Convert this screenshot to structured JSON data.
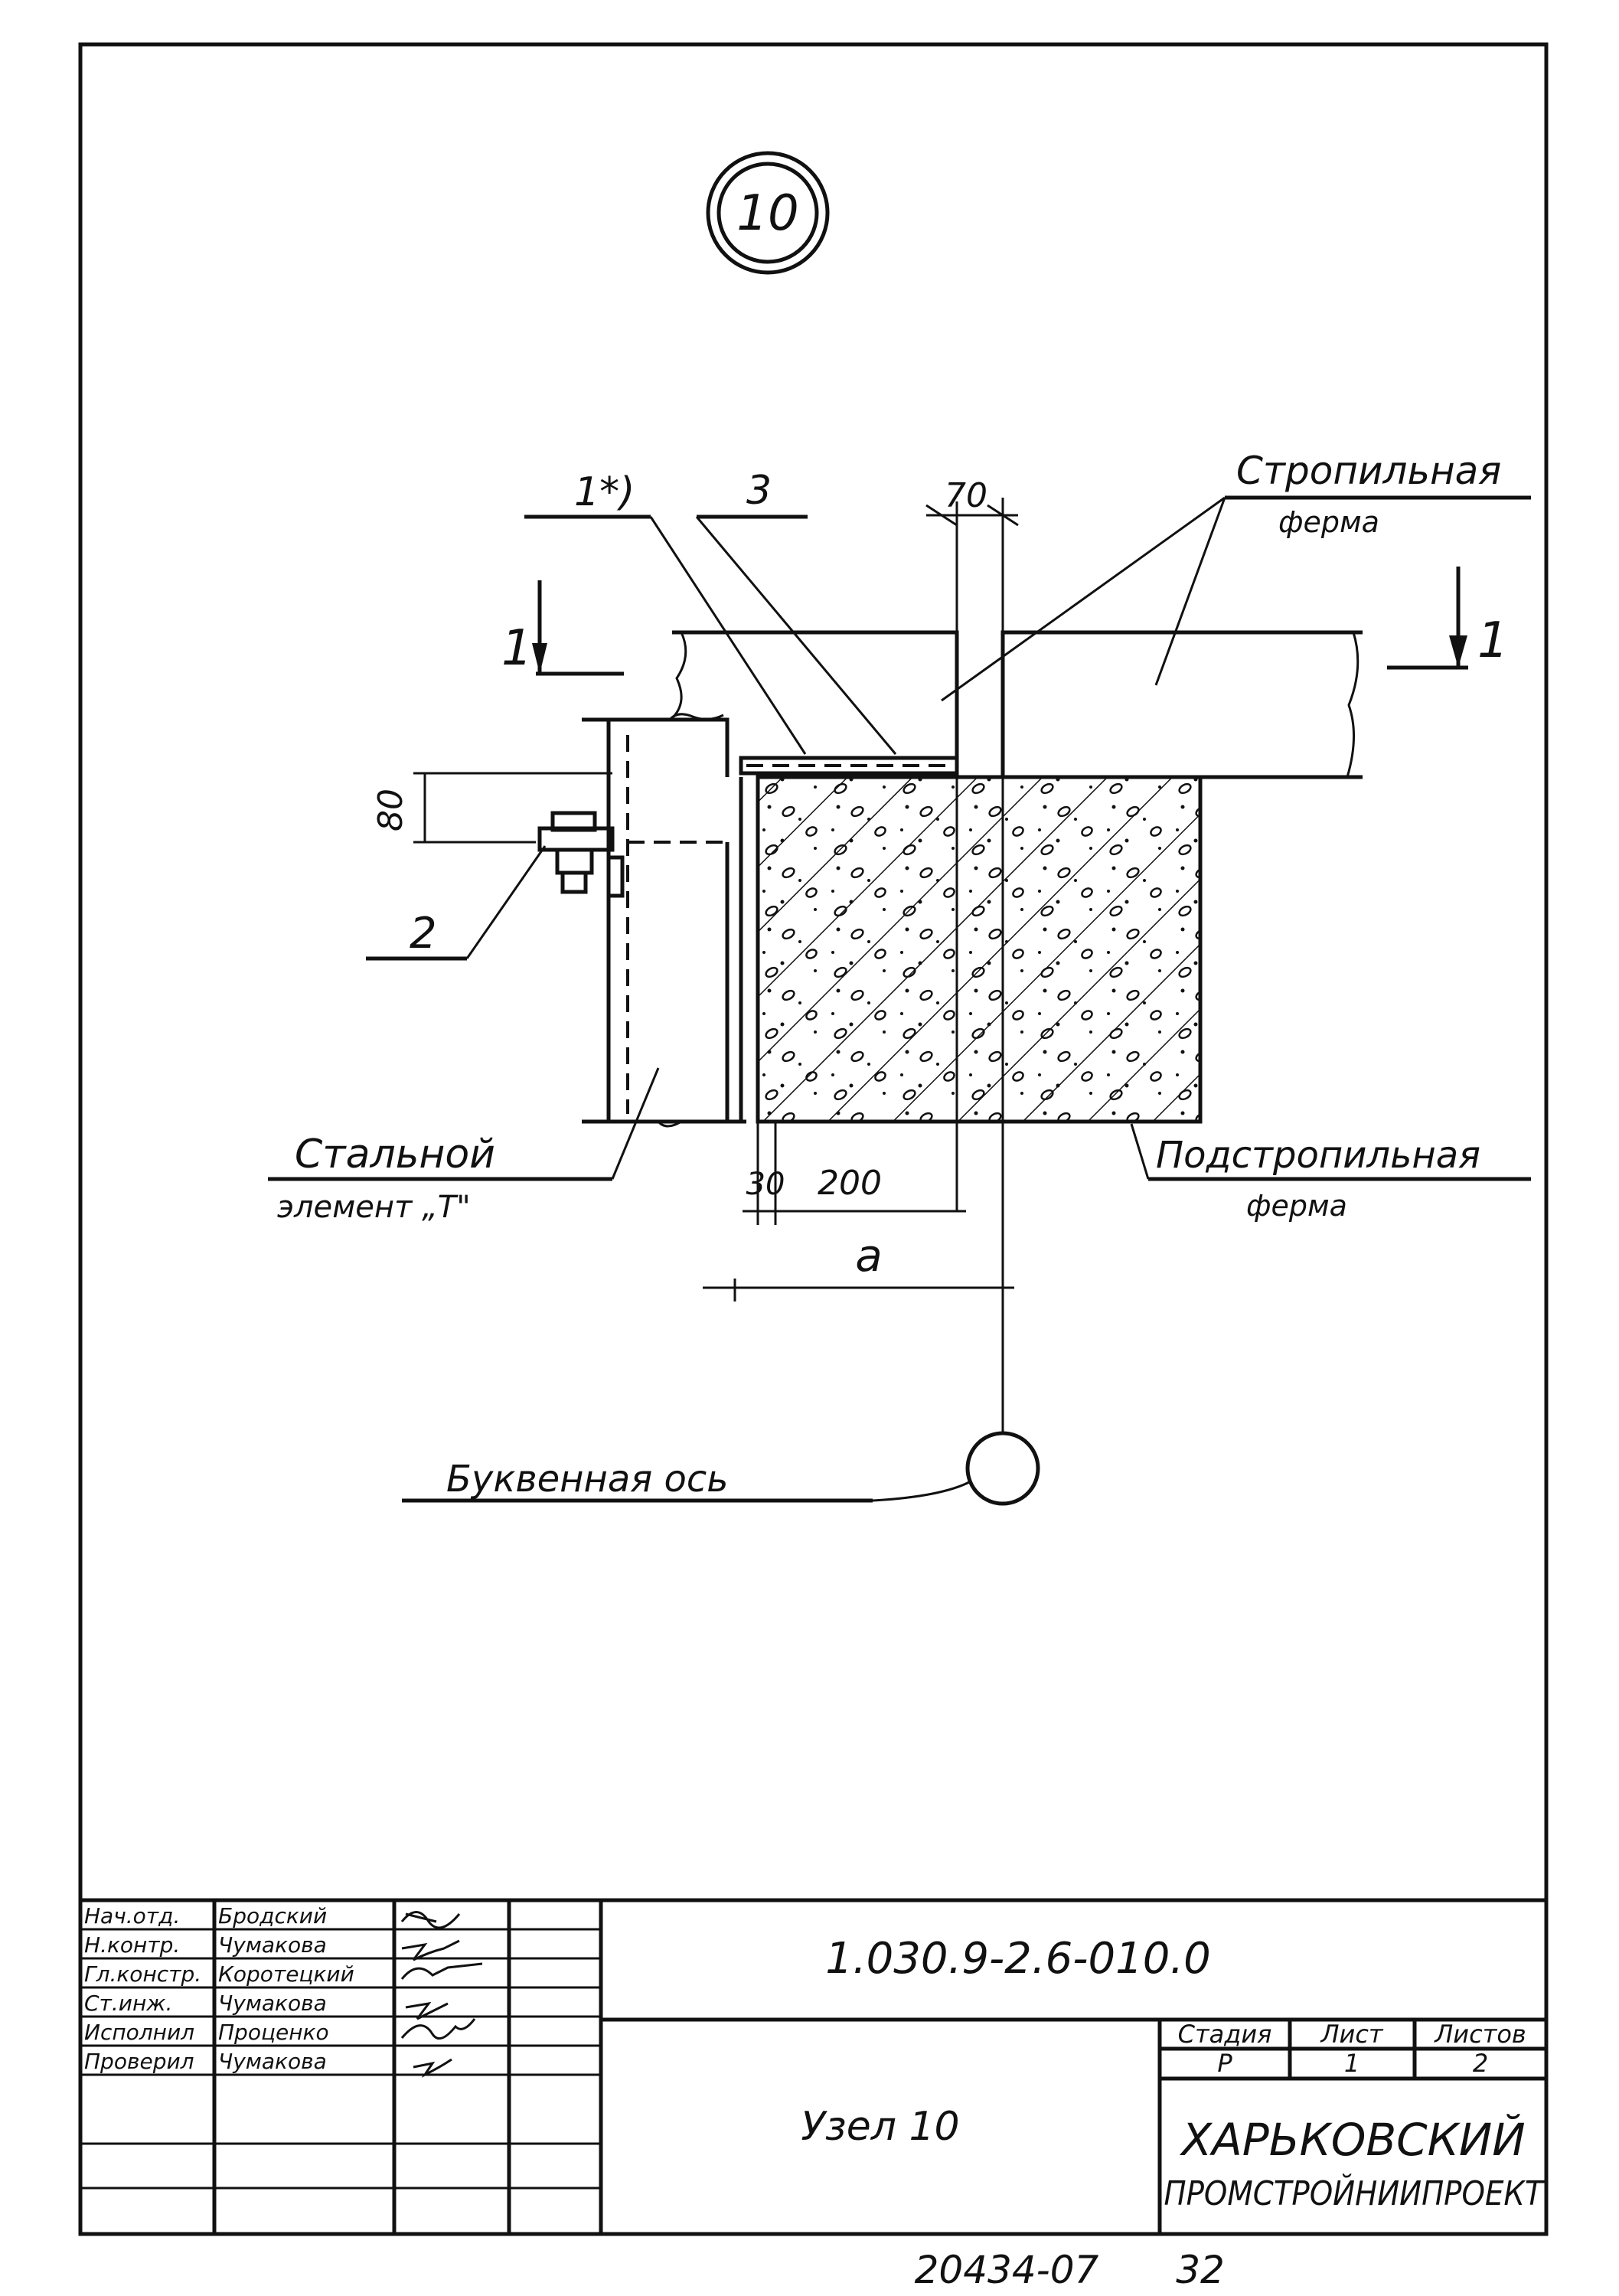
{
  "node_number": "10",
  "labels": {
    "rafter_truss_line1": "Стропильная",
    "rafter_truss_line2": "ферма",
    "sub_rafter_truss_line1": "Подстропильная",
    "sub_rafter_truss_line2": "ферма",
    "steel_element_line1": "Стальной",
    "steel_element_line2": "элемент „Т\"",
    "letter_axis": "Буквенная ось",
    "leader_1": "1*)",
    "leader_2": "2",
    "leader_3": "3",
    "section_mark_left": "1",
    "section_mark_right": "1"
  },
  "dimensions": {
    "d70": "70",
    "d80": "80",
    "d30": "30",
    "d200": "200",
    "da": "a"
  },
  "title_block": {
    "roles": [
      "Нач.отд.",
      "Н.контр.",
      "Гл.констр.",
      "Ст.инж.",
      "Исполнил",
      "Проверил"
    ],
    "names": [
      "Бродский",
      "Чумакова",
      "Коротецкий",
      "Чумакова",
      "Проценко",
      "Чумакова"
    ],
    "doc_code": "1.030.9-2.6-010.0",
    "drawing_title": "Узел 10",
    "stage_header": "Стадия",
    "sheet_header": "Лист",
    "sheets_header": "Листов",
    "stage_value": "Р",
    "sheet_value": "1",
    "sheets_value": "2",
    "org_line1": "ХАРЬКОВСКИЙ",
    "org_line2": "ПРОМСТРОЙНИИПРОЕКТ"
  },
  "footer": {
    "archive_number": "20434-07",
    "page_number": "32"
  }
}
